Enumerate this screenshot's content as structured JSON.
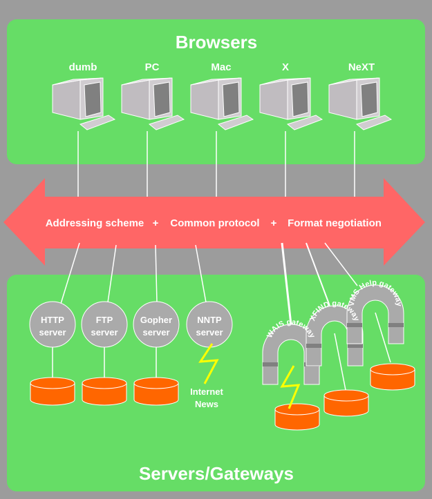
{
  "colors": {
    "background": "#9c9c9c",
    "panel": "#66dd66",
    "arrow": "#ff6666",
    "database": "#ff6600",
    "server": "#aaaaaa",
    "lightning": "#ffff00"
  },
  "browsers": {
    "title": "Browsers",
    "items": [
      {
        "label": "dumb"
      },
      {
        "label": "PC"
      },
      {
        "label": "Mac"
      },
      {
        "label": "X"
      },
      {
        "label": "NeXT"
      }
    ]
  },
  "bus": {
    "parts": [
      "Addressing scheme",
      "+",
      "Common protocol",
      "+",
      "Format negotiation"
    ]
  },
  "servers": {
    "title": "Servers/Gateways",
    "items": [
      {
        "line1": "HTTP",
        "line2": "server"
      },
      {
        "line1": "FTP",
        "line2": "server"
      },
      {
        "line1": "Gopher",
        "line2": "server"
      },
      {
        "line1": "NNTP",
        "line2": "server"
      }
    ],
    "news": {
      "line1": "Internet",
      "line2": "News"
    },
    "gateways": [
      {
        "label": "WAIS gateway"
      },
      {
        "label": "XFIND gateway"
      },
      {
        "label": "VMS Help gateway"
      }
    ]
  }
}
